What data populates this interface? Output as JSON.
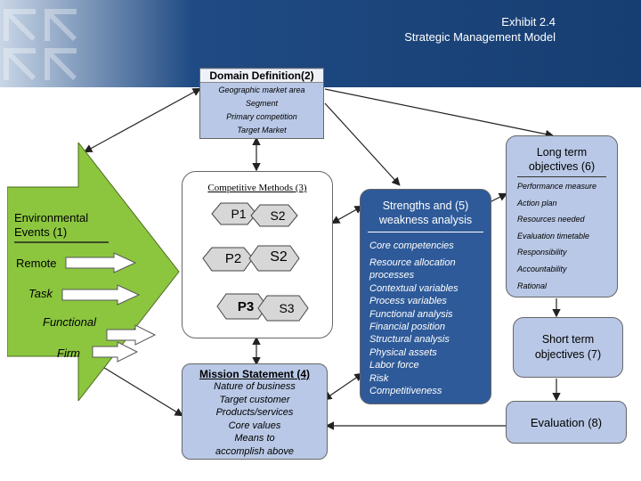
{
  "header": {
    "exhibit": "Exhibit 2.4",
    "title": "Strategic Management Model"
  },
  "domain": {
    "title": "Domain Definition(2)",
    "items": [
      "Geographic market area",
      "Segment",
      "Primary competition",
      "Target Market"
    ]
  },
  "environment": {
    "title_line1": "Environmental",
    "title_line2": "Events (1)",
    "items": [
      "Remote",
      "Task",
      "Functional",
      "Firm"
    ]
  },
  "competitive": {
    "title": "Competitive Methods (3)",
    "hexes": [
      "P1",
      "S2",
      "P2",
      "S2",
      "P3",
      "S3"
    ]
  },
  "mission": {
    "title": "Mission Statement (4)",
    "items": [
      "Nature of business",
      "Target customer",
      "Products/services",
      "Core values",
      "Means to",
      "accomplish above"
    ]
  },
  "swot": {
    "title_line1": "Strengths and (5)",
    "title_line2": "weakness analysis",
    "items": [
      "Core competencies",
      "Resource allocation",
      "processes",
      "Contextual variables",
      "Process variables",
      "Functional analysis",
      "Financial position",
      "Structural analysis",
      "Physical assets",
      "Labor force",
      "Risk",
      "Competitiveness"
    ]
  },
  "longterm": {
    "title_line1": "Long term",
    "title_line2": "objectives (6)",
    "items": [
      "Performance measure",
      "Action plan",
      "Resources needed",
      "Evaluation timetable",
      "Responsibility",
      "Accountability",
      "Rational"
    ]
  },
  "shortterm": {
    "title_line1": "Short term",
    "title_line2": "objectives (7)"
  },
  "evaluation": {
    "title": "Evaluation (8)"
  },
  "colors": {
    "header": "#1f4a83",
    "light_box": "#b9c8e6",
    "dark_box": "#2e5a99",
    "arrow_green": "#8cc63f"
  }
}
